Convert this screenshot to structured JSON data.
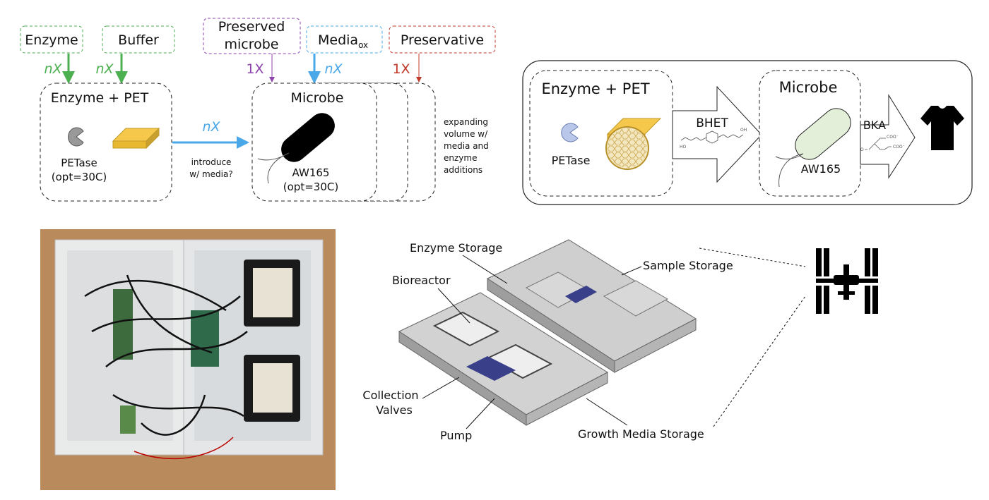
{
  "colors": {
    "green": "#4caf50",
    "purple": "#8e44ad",
    "blue": "#4aa8e8",
    "red": "#c0392b",
    "yellow": "#f5c84c",
    "cell_green": "#e3efd8",
    "petase_blue": "#b9c8ea"
  },
  "top_left": {
    "inputs": [
      {
        "label": "Enzyme",
        "mult": "nX"
      },
      {
        "label": "Buffer",
        "mult": "nX"
      },
      {
        "label_line1": "Preserved",
        "label_line2": "microbe",
        "mult": "1X"
      },
      {
        "label": "Media",
        "sub": "ox",
        "mult": "nX"
      },
      {
        "label": "Preservative",
        "mult": "1X"
      }
    ],
    "enzyme_box": {
      "title": "Enzyme + PET",
      "petase": "PETase",
      "opt": "(opt=30C)"
    },
    "transfer": {
      "mult": "nX",
      "note_line1": "introduce",
      "note_line2": "w/ media?"
    },
    "microbe_box": {
      "title": "Microbe",
      "strain": "AW165",
      "opt": "(opt=30C)"
    },
    "expanding_note": [
      "expanding",
      "volume w/",
      "media and",
      "enzyme",
      "additions"
    ]
  },
  "top_right": {
    "enzyme_box": {
      "title": "Enzyme + PET",
      "petase": "PETase"
    },
    "arrow1": {
      "label": "BHET",
      "formula_ho": "HO",
      "formula_oh": "OH"
    },
    "microbe_box": {
      "title": "Microbe",
      "strain": "AW165"
    },
    "arrow2": {
      "label": "BKA",
      "coo1": "COO⁻",
      "coo2": "COO⁻",
      "o": "O"
    },
    "product_icon": "t-shirt-icon"
  },
  "cad_labels": {
    "enzyme_storage": "Enzyme Storage",
    "bioreactor": "Bioreactor",
    "sample_storage": "Sample Storage",
    "collection_valves_1": "Collection",
    "collection_valves_2": "Valves",
    "pump": "Pump",
    "growth_media_storage": "Growth Media Storage"
  },
  "station_icon": "space-station-icon"
}
